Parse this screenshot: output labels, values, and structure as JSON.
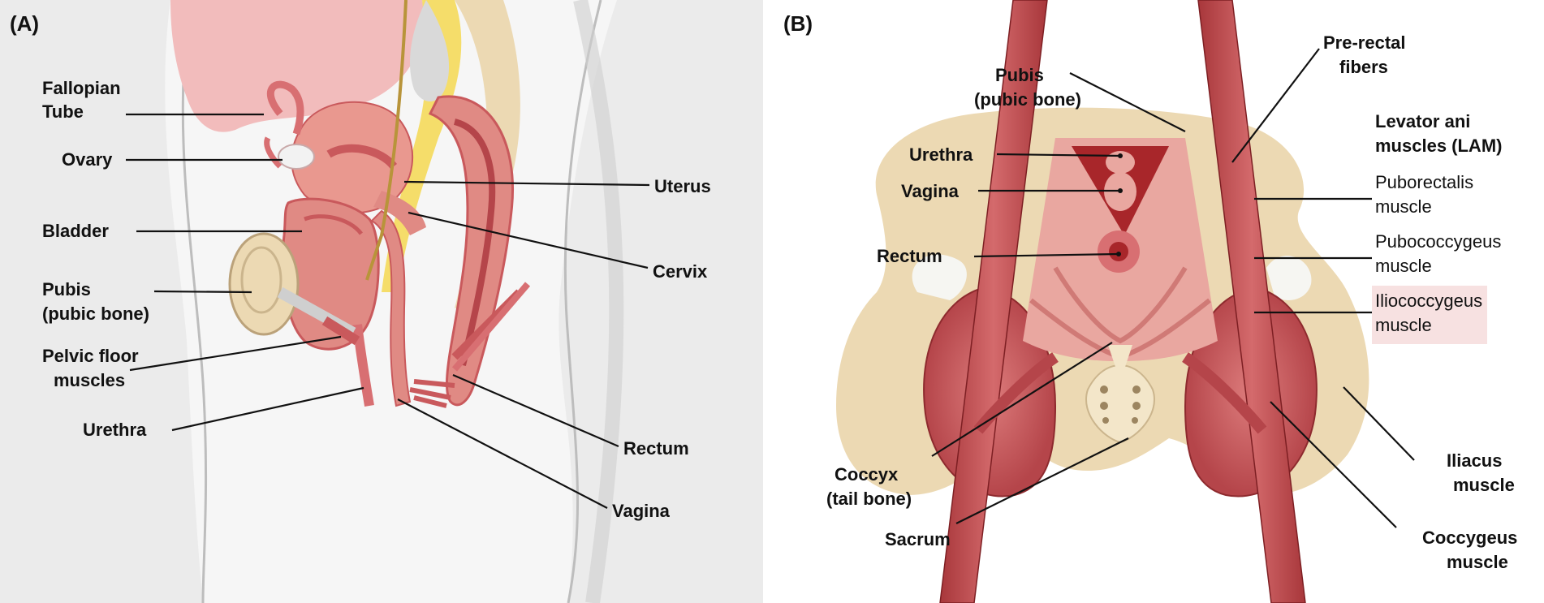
{
  "panels": {
    "a": {
      "tag": "(A)",
      "labels": {
        "fallopian_1": "Fallopian",
        "fallopian_2": "Tube",
        "ovary": "Ovary",
        "bladder": "Bladder",
        "pubis_1": "Pubis",
        "pubis_2": "(pubic bone)",
        "pelvic_1": "Pelvic floor",
        "pelvic_2": "muscles",
        "urethra": "Urethra",
        "uterus": "Uterus",
        "cervix": "Cervix",
        "rectum": "Rectum",
        "vagina": "Vagina"
      }
    },
    "b": {
      "tag": "(B)",
      "labels": {
        "pubis_1": "Pubis",
        "pubis_2": "(pubic bone)",
        "prerectal_1": "Pre-rectal",
        "prerectal_2": "fibers",
        "lam_1": "Levator ani",
        "lam_2": "muscles (LAM)",
        "urethra": "Urethra",
        "vagina": "Vagina",
        "rectum": "Rectum",
        "puborectalis_1": "Puborectalis",
        "puborectalis_2": "muscle",
        "pubococcygeus_1": "Pubococcygeus",
        "pubococcygeus_2": "muscle",
        "iliococcygeus_1": "Iliococcygeus",
        "iliococcygeus_2": "muscle",
        "coccyx_1": "Coccyx",
        "coccyx_2": "(tail bone)",
        "sacrum": "Sacrum",
        "iliacus_1": "Iliacus",
        "iliacus_2": "muscle",
        "coccygeus_1": "Coccygeus",
        "coccygeus_2": "muscle"
      }
    }
  },
  "colors": {
    "panel_a_bg": "#ebebeb",
    "skin": "#f2f2f2",
    "muscle": "#c9595c",
    "muscle_dark": "#9e2f33",
    "organ": "#e08a84",
    "organ_light": "#f2b3ad",
    "bone": "#ecd9b3",
    "fat": "#f5dd6a"
  }
}
